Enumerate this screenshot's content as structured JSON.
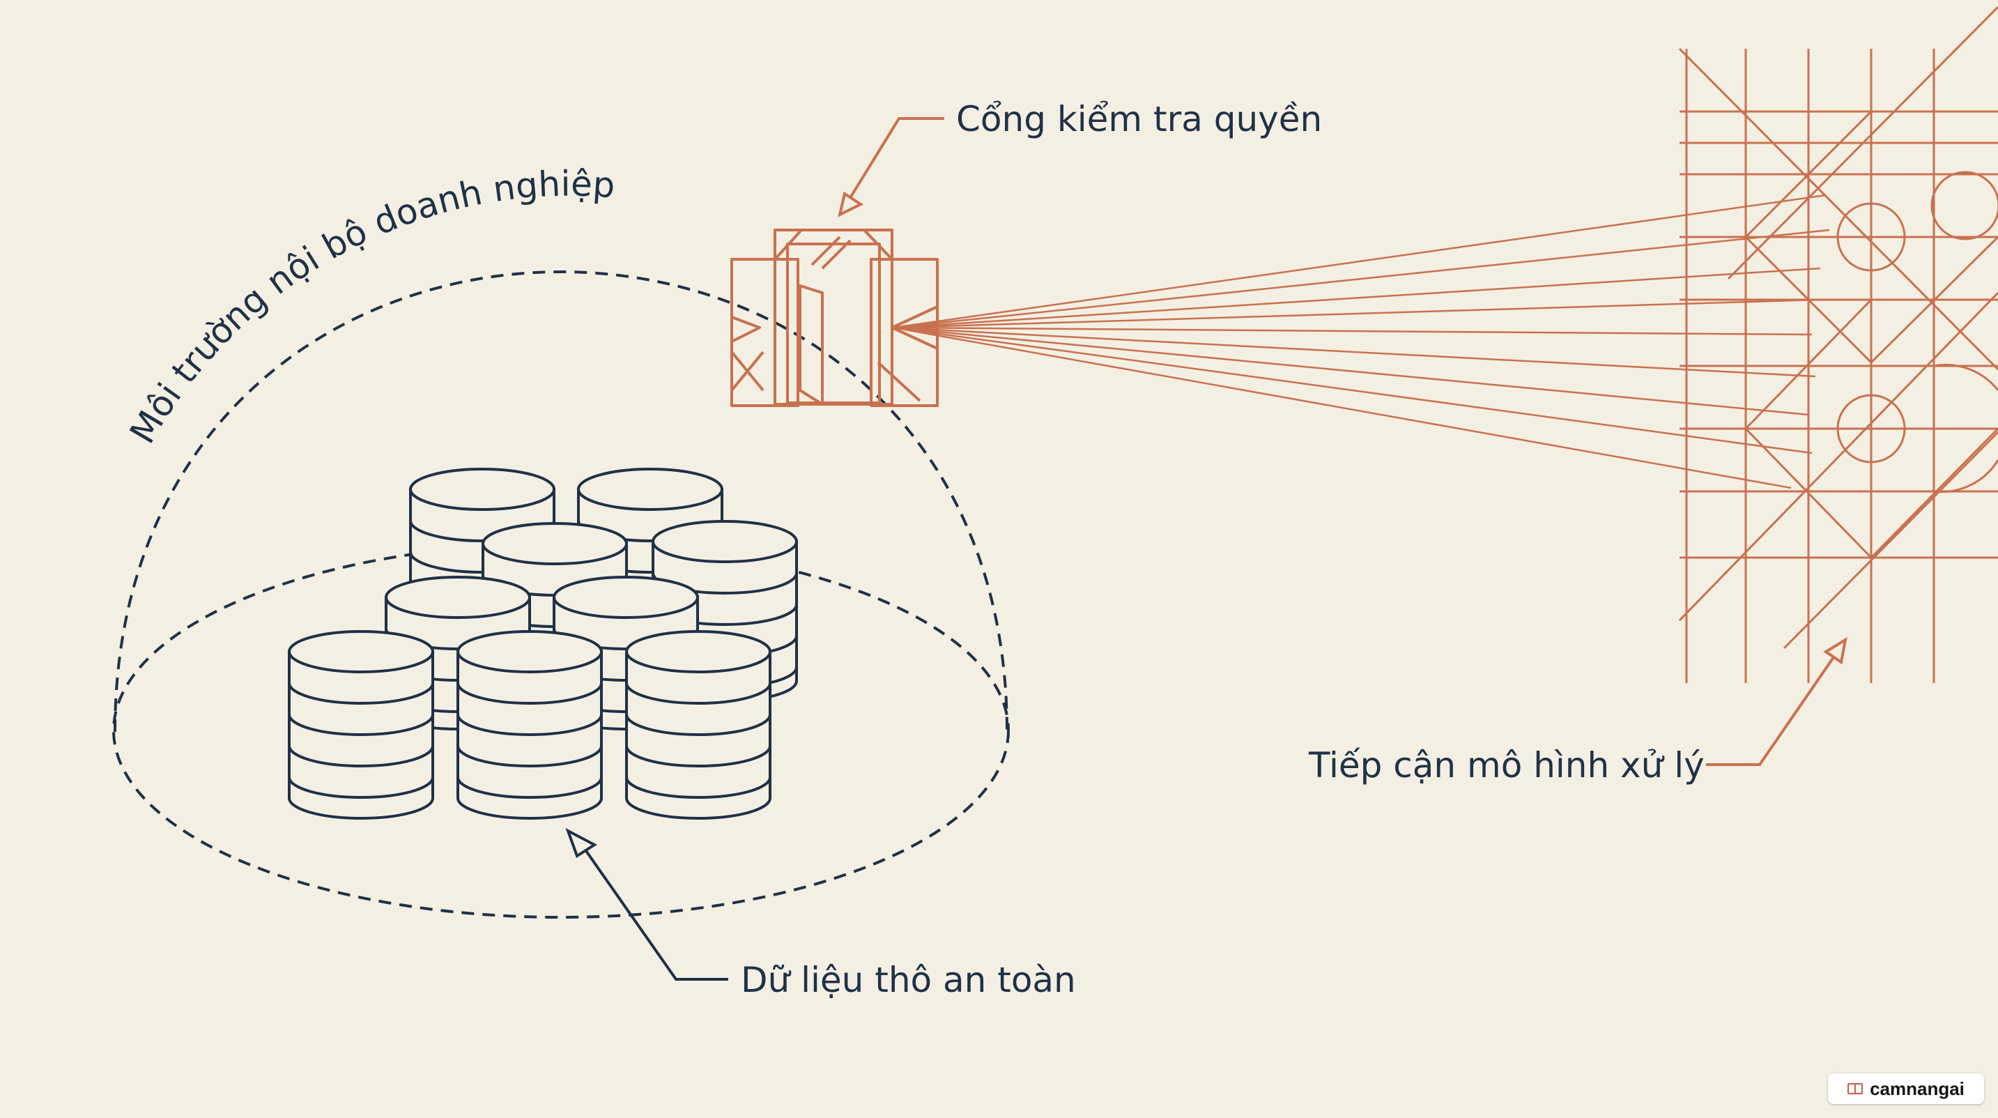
{
  "labels": {
    "environment": "Môi trường nội bộ doanh nghiệp",
    "gate": "Cổng kiểm tra quyền",
    "raw_data": "Dữ liệu thô an toàn",
    "model_access": "Tiếp cận mô hình xử lý"
  },
  "watermark": {
    "text": "camnangai",
    "icon": "book-icon"
  },
  "colors": {
    "background": "#f4efe3",
    "navy": "#1f3147",
    "copper": "#c8714f"
  }
}
